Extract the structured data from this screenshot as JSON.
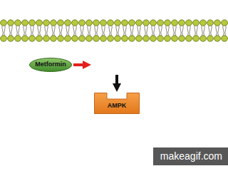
{
  "diagram": {
    "nodes": [
      {
        "text": [
          "Metformin"
        ]
      },
      {
        "text": [
          "AMPK"
        ]
      }
    ],
    "labels": [
      "makeagif.com"
    ]
  }
}
